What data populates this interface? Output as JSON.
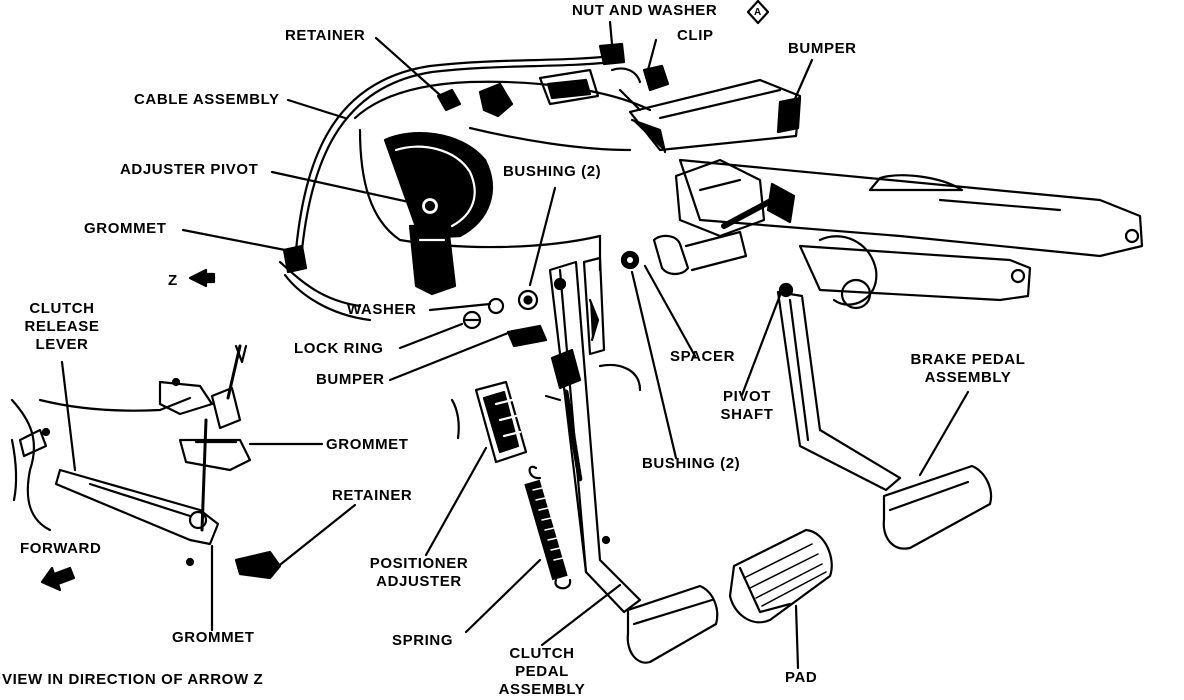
{
  "labels": {
    "nut_and_washer": "NUT AND WASHER",
    "nut_and_washer_symbol": "A",
    "clip": "CLIP",
    "bumper_top": "BUMPER",
    "retainer_top": "RETAINER",
    "cable_assembly": "CABLE ASSEMBLY",
    "adjuster_pivot": "ADJUSTER PIVOT",
    "bushing_2_top": "BUSHING (2)",
    "grommet_left": "GROMMET",
    "z_marker": "Z",
    "washer": "WASHER",
    "clutch_release_lever": [
      "CLUTCH",
      "RELEASE",
      "LEVER"
    ],
    "lock_ring": "LOCK RING",
    "bumper_mid": "BUMPER",
    "spacer": "SPACER",
    "brake_pedal_assembly": [
      "BRAKE PEDAL",
      "ASSEMBLY"
    ],
    "pivot_shaft": [
      "PIVOT",
      "SHAFT"
    ],
    "grommet_inset": "GROMMET",
    "retainer_inset": "RETAINER",
    "bushing_2_bottom": "BUSHING (2)",
    "forward": "FORWARD",
    "positioner_adjuster": [
      "POSITIONER",
      "ADJUSTER"
    ],
    "grommet_bottom": "GROMMET",
    "spring": "SPRING",
    "clutch_pedal_assembly": [
      "CLUTCH",
      "PEDAL",
      "ASSEMBLY"
    ],
    "pad": "PAD",
    "view_caption": "VIEW IN DIRECTION OF ARROW Z"
  }
}
